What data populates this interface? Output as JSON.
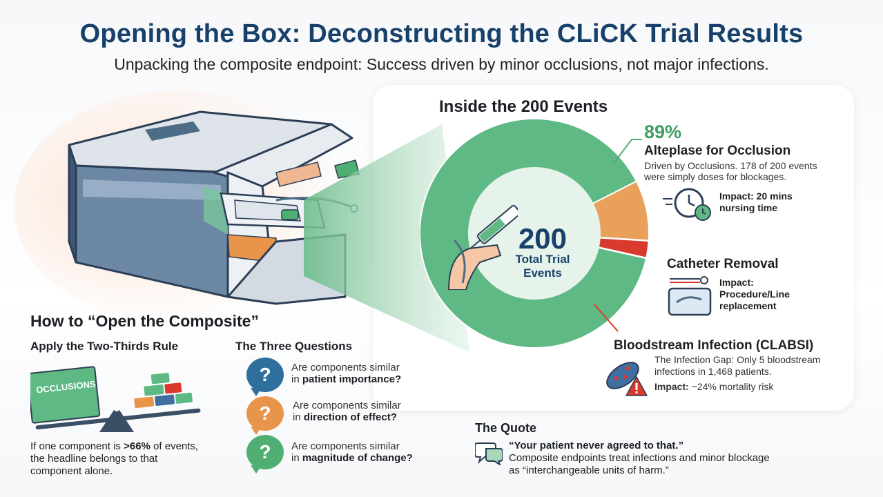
{
  "header": {
    "title": "Opening the Box: Deconstructing the CLiCK Trial Results",
    "subtitle": "Unpacking the composite endpoint: Success driven by minor occlusions, not major infections."
  },
  "events_panel": {
    "title": "Inside the 200 Events",
    "center_number": "200",
    "center_label": "Total Trial Events"
  },
  "chart_data": {
    "type": "pie",
    "total": 200,
    "slices": [
      {
        "label": "Alteplase for Occlusion",
        "percent": 89,
        "color": "#5fb985"
      },
      {
        "label": "Catheter Removal",
        "percent": 8.5,
        "color": "#e8a05a"
      },
      {
        "label": "Bloodstream Infection (CLABSI)",
        "percent": 2.5,
        "color": "#d93a2e"
      }
    ]
  },
  "segments": {
    "alteplase": {
      "percent": "89%",
      "title": "Alteplase for Occlusion",
      "desc_line1": "Driven by Occlusions. 178 of 200 events",
      "desc_line2": "were simply doses for blockages.",
      "impact_line1": "Impact: 20 mins",
      "impact_line2": "nursing time"
    },
    "removal": {
      "title": "Catheter Removal",
      "impact_line1": "Impact:",
      "impact_line2": "Procedure/Line",
      "impact_line3": "replacement"
    },
    "clabsi": {
      "title": "Bloodstream Infection (CLABSI)",
      "desc_line1": "The Infection Gap: Only 5 bloodstream",
      "desc_line2": "infections in 1,468 patients.",
      "impact_label": "Impact:",
      "impact_value": "~24% mortality risk"
    }
  },
  "how_to": {
    "title": "How to “Open the Composite”",
    "rule": {
      "heading": "Apply the Two-Thirds Rule",
      "scale_label": "OCCLUSIONS",
      "text_pre": "If one component is ",
      "text_bold": ">66%",
      "text_post": " of events,",
      "text_line2": "the headline belongs to that",
      "text_line3": "component alone."
    },
    "questions": {
      "heading": "The Three Questions",
      "items": [
        {
          "line1": "Are components similar",
          "line2_pre": "in ",
          "line2_bold": "patient importance?",
          "color": "#2e6f9e"
        },
        {
          "line1": "Are components similar",
          "line2_pre": "in ",
          "line2_bold": "direction of effect?",
          "color": "#e8944a"
        },
        {
          "line1": "Are components similar",
          "line2_pre": "in ",
          "line2_bold": "magnitude of change?",
          "color": "#4fae72"
        }
      ],
      "glyph": "?"
    }
  },
  "quote": {
    "title": "The Quote",
    "bold": "“Your patient never agreed to that.”",
    "line1": "Composite endpoints treat infections and minor blockage",
    "line2": "as “interchangeable units of harm.”"
  },
  "icons": {
    "box": "printer-box-illustration",
    "syringe": "syringe-hand-icon",
    "clock": "clock-icon",
    "catheter": "catheter-icon",
    "bacteria": "bacteria-icon",
    "warning": "warning-icon",
    "speech": "speech-bubbles-icon",
    "scale": "seesaw-scale-icon"
  }
}
